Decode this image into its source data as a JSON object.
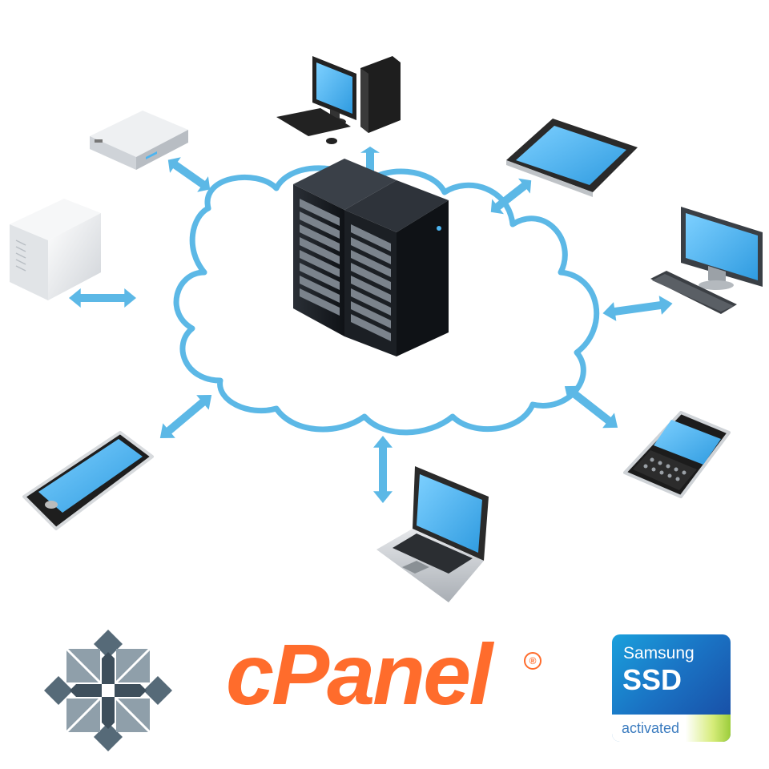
{
  "diagram": {
    "nodes": [
      {
        "id": "server-rack",
        "icon": "server-rack-icon"
      },
      {
        "id": "desktop",
        "icon": "desktop-computer-icon"
      },
      {
        "id": "set-top-box",
        "icon": "set-top-box-icon"
      },
      {
        "id": "tower",
        "icon": "tower-pc-icon"
      },
      {
        "id": "tablet",
        "icon": "tablet-icon"
      },
      {
        "id": "monitor",
        "icon": "monitor-keyboard-icon"
      },
      {
        "id": "smartphone",
        "icon": "smartphone-icon"
      },
      {
        "id": "laptop",
        "icon": "laptop-icon"
      },
      {
        "id": "qwerty-phone",
        "icon": "qwerty-phone-icon"
      }
    ],
    "connector": "double-arrow"
  },
  "logos": {
    "centos": {
      "icon": "centos-logo-icon"
    },
    "cpanel": {
      "text": "cPanel",
      "registered": "®"
    },
    "samsung": {
      "line1": "Samsung",
      "line2": "SSD",
      "line3": "activated"
    }
  },
  "colors": {
    "cloud_outline": "#5cb8e6",
    "arrow": "#5cb8e6",
    "screen": "#4cb4f0",
    "server": "#1d2228",
    "cpanel_orange": "#ff6c2c",
    "centos_dark": "#566a78",
    "centos_light": "#9aa9b4"
  }
}
